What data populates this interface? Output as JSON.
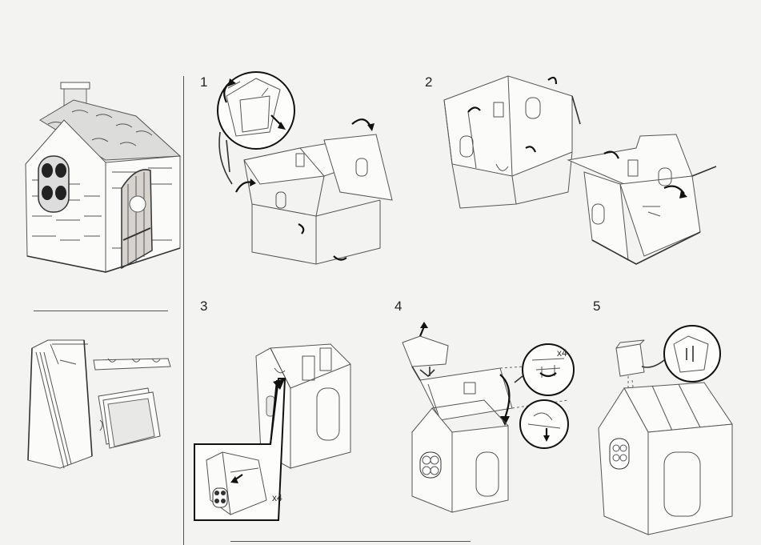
{
  "steps": [
    {
      "number": "1"
    },
    {
      "number": "2"
    },
    {
      "number": "3"
    },
    {
      "number": "4"
    },
    {
      "number": "5"
    }
  ],
  "callouts": {
    "step3_count": "x4",
    "step4_count": "x4"
  },
  "icons": [
    "rotate-arrow-icon",
    "magnifier-callout-icon"
  ]
}
